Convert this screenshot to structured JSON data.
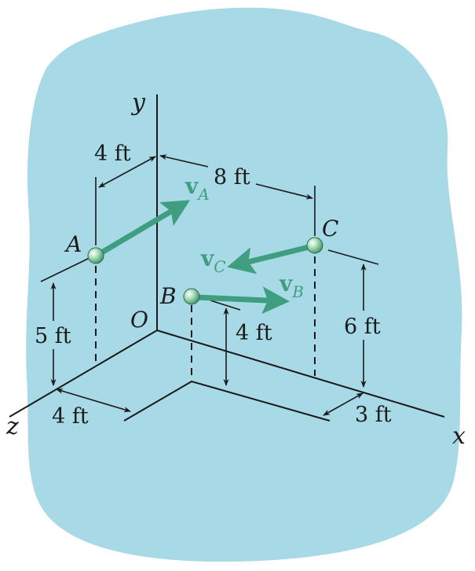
{
  "background": {
    "color": "#a8d9e6"
  },
  "colors": {
    "vector": "#3f9e7f",
    "line": "#1a1a1a",
    "particle": "#7cc99a"
  },
  "axes": {
    "x": "x",
    "y": "y",
    "z": "z",
    "origin": "O"
  },
  "points": {
    "A": "A",
    "B": "B",
    "C": "C"
  },
  "vectors": {
    "vA": {
      "main": "v",
      "sub": "A"
    },
    "vB": {
      "main": "v",
      "sub": "B"
    },
    "vC": {
      "main": "v",
      "sub": "C"
    }
  },
  "dimensions": {
    "a_x": "4 ft",
    "ac_x": "8 ft",
    "a_y": "5 ft",
    "a_z": "4 ft",
    "b_y": "4 ft",
    "c_y": "6 ft",
    "c_z": "3 ft"
  }
}
